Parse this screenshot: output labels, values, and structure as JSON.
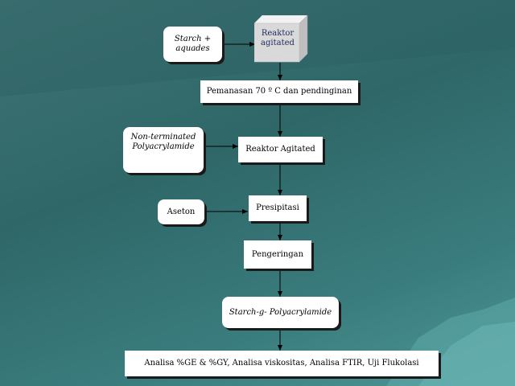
{
  "diagram": {
    "nodes": {
      "starch": "Starch +\naquades",
      "reaktor_cube": "Reaktor\nagitated",
      "pemanasan": "Pemanasan 70 º C dan  pendinginan",
      "non_terminated": "Non-terminated\nPolyacrylamide",
      "reaktor_agitated": "Reaktor Agitated",
      "aseton": "Aseton",
      "presipitasi": "Presipitasi",
      "pengeringan": "Pengeringan",
      "starch_g": "Starch-g- Polyacrylamide",
      "analisa": "Analisa %GE & %GY, Analisa viskositas, Analisa FTIR, Uji Flukolasi"
    },
    "colors": {
      "background": "#3a7d7e",
      "box_fill": "#ffffff",
      "cube_front": "#d9d9d9",
      "cube_top": "#f2f2f2",
      "cube_side": "#bfbfbf",
      "cube_text": "#1f2a5a",
      "arrow": "#000000"
    }
  }
}
